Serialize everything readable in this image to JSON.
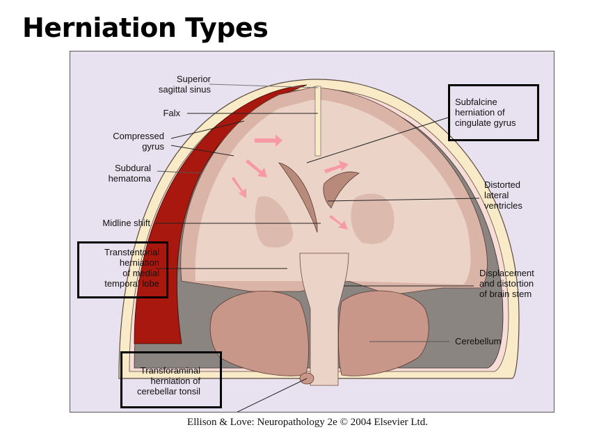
{
  "slide": {
    "title": "Herniation Types",
    "caption": "Ellison & Love: Neuropathology 2e © 2004 Elsevier Ltd."
  },
  "figure": {
    "description": "Coronal section of brain showing subdural hematoma with herniation types",
    "colors": {
      "panel_background": "#e8e1ef",
      "skull": "#faebc8",
      "dura": "#f7dcd8",
      "hematoma": "#a8180e",
      "csf_space": "#8a8580",
      "gray_matter": "#d9b4a7",
      "white_matter": "#ecd3c7",
      "cerebellum": "#c9968a",
      "ventricle": "#b88a7c",
      "arrow": "#f79aa6",
      "box_border": "#000000"
    },
    "labels": {
      "superior_sagittal_sinus": "Superior\nsagittal sinus",
      "falx": "Falx",
      "compressed_gyrus": "Compressed\ngyrus",
      "subdural_hematoma": "Subdural\nhematoma",
      "midline_shift": "Midline shift",
      "transtentorial_herniation": "Transtentorial\nherniation \nof medial\ntemporal lobe",
      "transforaminal_herniation": "Transforaminal\nherniation of\ncerebellar tonsil",
      "subfalcine_herniation": "Subfalcine\nherniation of\ncingulate gyrus",
      "distorted_lateral_ventricles": "Distorted\nlateral\nventricles",
      "brain_stem_displacement": "Displacement\nand distortion\nof brain stem",
      "cerebellum": "Cerebellum"
    },
    "boxed_labels": [
      "subfalcine_herniation",
      "transtentorial_herniation",
      "transforaminal_herniation"
    ]
  }
}
